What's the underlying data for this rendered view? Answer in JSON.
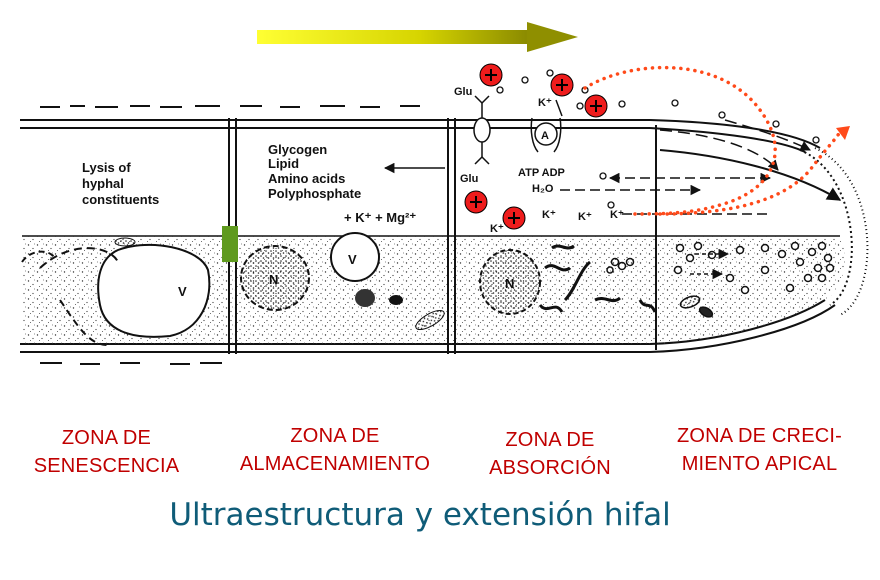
{
  "diagram": {
    "left_zone_labels": [
      "Lysis of",
      "hyphal",
      "constituents"
    ],
    "storage_labels": [
      "Glycogen",
      "Lipid",
      "Amino acids",
      "Polyphosphate"
    ],
    "storage_ions": "+ K⁺ + Mg²⁺",
    "uptake_glu_top": "Glu",
    "uptake_glu_bottom": "Glu",
    "atpase_label": "A",
    "atp_label": "ATP ADP",
    "water_label": "H₂O",
    "k_label": "K⁺",
    "vacuole_label": "V",
    "nucleus_label": "N",
    "nucleus2_label": "N",
    "vacuole2_label": "V"
  },
  "zones": [
    {
      "line1": "ZONA DE",
      "line2": "SENESCENCIA"
    },
    {
      "line1": "ZONA DE",
      "line2": "ALMACENAMIENTO"
    },
    {
      "line1": "ZONA DE",
      "line2": "ABSORCIÓN"
    },
    {
      "line1": "ZONA DE CRECI-",
      "line2": "MIENTO APICAL"
    }
  ],
  "caption": "Ultraestructura y extensión hifal",
  "colors": {
    "zone_text": "#c00000",
    "caption": "#0f5c78",
    "arrow": "#b5b800",
    "proton": "#ee1c1c",
    "septum_marker": "#5f9a1e",
    "dotted_path": "#ff4a1a"
  }
}
